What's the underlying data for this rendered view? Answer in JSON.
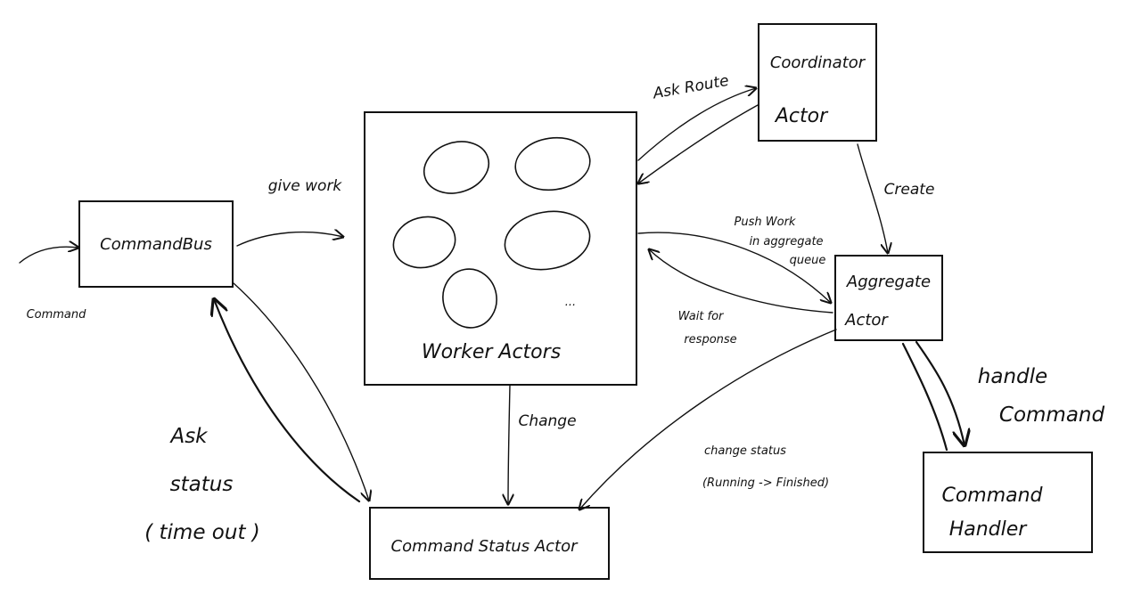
{
  "boxes": {
    "command_bus": "CommandBus",
    "worker_actors": "Worker Actors",
    "worker_ellipsis": "...",
    "coordinator_line1": "Coordinator",
    "coordinator_line2": "Actor",
    "aggregate_line1": "Aggregate",
    "aggregate_line2": "Actor",
    "command_status_actor": "Command Status Actor",
    "command_handler_line1": "Command",
    "command_handler_line2": "Handler"
  },
  "edges": {
    "command_in": "Command",
    "give_work": "give work",
    "ask_route": "Ask Route",
    "create": "Create",
    "push_work_line1": "Push Work",
    "push_work_line2": "in aggregate",
    "push_work_line3": "queue",
    "wait_response_line1": "Wait for",
    "wait_response_line2": "response",
    "change": "Change",
    "change_status_line1": "change status",
    "change_status_line2": "(Running -> Finished)",
    "handle_command_line1": "handle",
    "handle_command_line2": "Command",
    "ask_status_line1": "Ask",
    "ask_status_line2": "status",
    "ask_status_line3": "( time out )"
  }
}
